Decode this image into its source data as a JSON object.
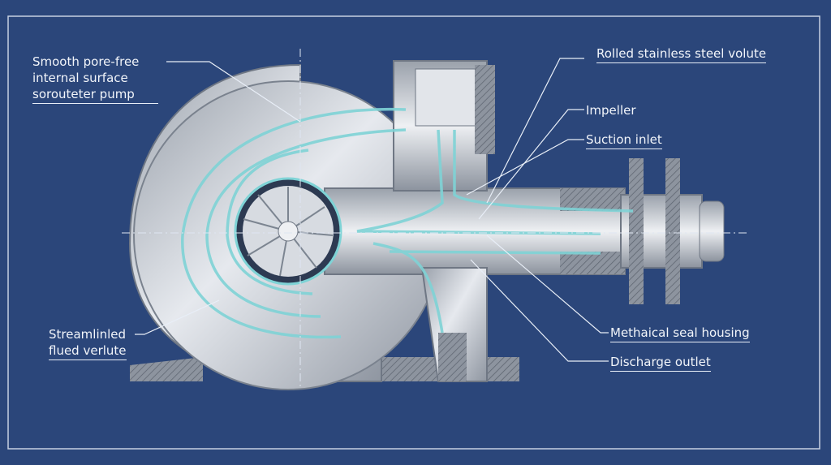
{
  "labels": {
    "smooth_surface": [
      "Smooth pore-free",
      "internal surface",
      "sorouteter pump"
    ],
    "rolled_volute": "Rolled stainless steel volute",
    "impeller": "Impeller",
    "suction_inlet": "Suction inlet",
    "streamlined": [
      "Streamlinled",
      "flued verlute"
    ],
    "seal_housing": "Methaical seal housing",
    "discharge_outlet": "Discharge outlet"
  },
  "colors": {
    "background": "#2b467a",
    "steel": "#c9ced6",
    "flow": "#7fd3d6",
    "line": "#e8eef7"
  }
}
